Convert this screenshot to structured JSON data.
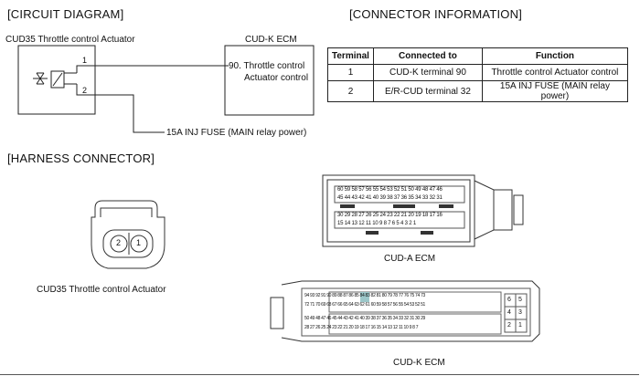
{
  "titles": {
    "circuit": "[CIRCUIT DIAGRAM]",
    "connector_info": "[CONNECTOR INFORMATION]",
    "harness": "[HARNESS CONNECTOR]"
  },
  "circuit": {
    "actuator_name": "CUD35 Throttle control Actuator",
    "ecm_name": "CUD-K ECM",
    "pin1": "1",
    "pin2": "2",
    "ecm_pin_line1": "90. Throttle control",
    "ecm_pin_line2": "Actuator control",
    "fuse_label": "15A INJ FUSE (MAIN relay power)"
  },
  "table": {
    "headers": [
      "Terminal",
      "Connected to",
      "Function"
    ],
    "rows": [
      [
        "1",
        "CUD-K terminal 90",
        "Throttle control Actuator control"
      ],
      [
        "2",
        "E/R-CUD terminal 32",
        "15A INJ FUSE (MAIN relay power)"
      ]
    ]
  },
  "harness": {
    "actuator_caption": "CUD35 Throttle control Actuator",
    "actuator_pins": [
      "2",
      "1"
    ],
    "cud_a_caption": "CUD-A ECM",
    "cud_k_caption": "CUD-K ECM",
    "cud_a_rows": [
      "60 59 58 57 56 55 54 53 52 51 50 49 48 47 46",
      "45 44 43 42 41 40 39 38 37 36 35 34 33 32 31",
      "30 29 28 27 26 25 24 23 22 21 20 19 18 17 16",
      "15 14 13 12 11 10 9 8 7 6 5 4 3 2 1"
    ],
    "cud_k_rows": [
      "94 93 92 91 90 89 88 87 86 85 84 83 82 81 80 79 78 77 76 75 74 73",
      "72 71 70 69 68 67 66 65 64 63 62 61 60 59 58 57 56 55 54 53 52 51",
      "50 49 48 47 46 45 44 43 42 41 40 39 38 37 36 35 34 33 32 31 30 29",
      "28 27 26 25 24 23 22 21 20 19 18 17 16 15 14 13 12 11 10 9 8 7"
    ],
    "cud_k_side_pins": [
      "6",
      "5",
      "4",
      "3",
      "2",
      "1"
    ]
  }
}
